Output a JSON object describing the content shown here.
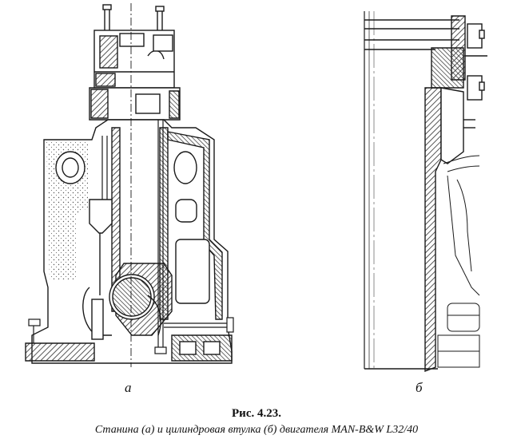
{
  "figure": {
    "label_a": "а",
    "label_b": "б",
    "number": "Рис. 4.23.",
    "caption": "Станина (а) и цилиндровая втулка (б) двигателя MAN-B&W L32/40"
  },
  "colors": {
    "ink": "#1a1a1a",
    "hatch": "#2b2b2b",
    "paper": "#ffffff",
    "light": "#bdbdbd"
  }
}
